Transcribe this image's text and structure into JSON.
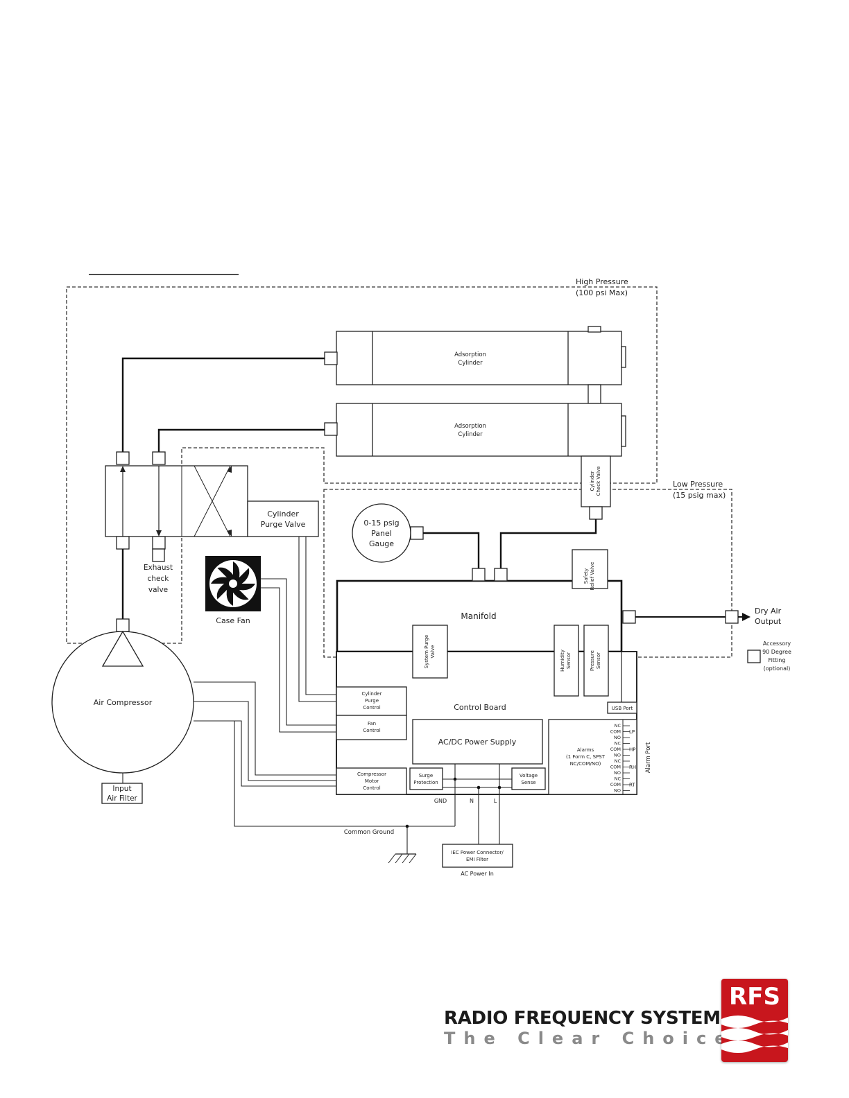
{
  "labels": {
    "high_pressure_1": "High Pressure",
    "high_pressure_2": "(100 psi Max)",
    "low_pressure_1": "Low Pressure",
    "low_pressure_2": "(15 psig max)",
    "cylinder_1": [
      "Adsorption",
      "Cylinder"
    ],
    "cylinder_2": [
      "Adsorption",
      "Cylinder"
    ],
    "cylinder_check_valve": [
      "Cylinder",
      "Check Valve"
    ],
    "cylinder_purge_valve": [
      "Cylinder",
      "Purge Valve"
    ],
    "panel_gauge": [
      "0-15 psig",
      "Panel",
      "Gauge"
    ],
    "exhaust_check_valve": [
      "Exhaust",
      "check",
      "valve"
    ],
    "case_fan": "Case Fan",
    "manifold": "Manifold",
    "safety_relief_valve": [
      "Safety",
      "Relief Valve"
    ],
    "dry_air_output": [
      "Dry Air",
      "Output"
    ],
    "accessory_fitting": [
      "Accessory",
      "90 Degree",
      "Fitting",
      "(optional)"
    ],
    "system_purge_valve": [
      "System Purge",
      "Valve"
    ],
    "humidity_sensor": [
      "Humidity",
      "Sensor"
    ],
    "pressure_sensor": [
      "Pressure",
      "Sensor"
    ],
    "air_compressor": "Air Compressor",
    "input_air_filter": [
      "Input",
      "Air Filter"
    ],
    "control_board": "Control Board",
    "cylinder_purge_control": [
      "Cylinder",
      "Purge",
      "Control"
    ],
    "fan_control": [
      "Fan",
      "Control"
    ],
    "compressor_motor_control": [
      "Compressor",
      "Motor",
      "Control"
    ],
    "acdc_power_supply": "AC/DC Power Supply",
    "surge_protection": [
      "Surge",
      "Protection"
    ],
    "voltage_sense": [
      "Voltage",
      "Sense"
    ],
    "usb_port": "USB Port",
    "alarms": [
      "Alarms",
      "(1 Form C, SPST",
      "NC/COM/NO)"
    ],
    "alarm_port": "Alarm Port",
    "alarm_pins": [
      "NC",
      "COM",
      "NO",
      "NC",
      "COM",
      "NO",
      "NC",
      "COM",
      "NO",
      "NC",
      "COM",
      "NO"
    ],
    "alarm_groups": [
      "LP",
      "HP",
      "RH",
      "RT"
    ],
    "gnd": "GND",
    "n": "N",
    "l": "L",
    "common_ground": "Common Ground",
    "iec_connector": [
      "IEC Power Connector/",
      "EMI Filter"
    ],
    "ac_power_in": "AC Power In"
  },
  "logo": {
    "company": "RADIO FREQUENCY SYSTEMS",
    "tagline": "The Clear Choice",
    "registered": "®",
    "badge": "RFS",
    "colors": {
      "badge": "#c8161d",
      "text": "#1b1b1b",
      "tagline": "#8a8a8a"
    }
  }
}
